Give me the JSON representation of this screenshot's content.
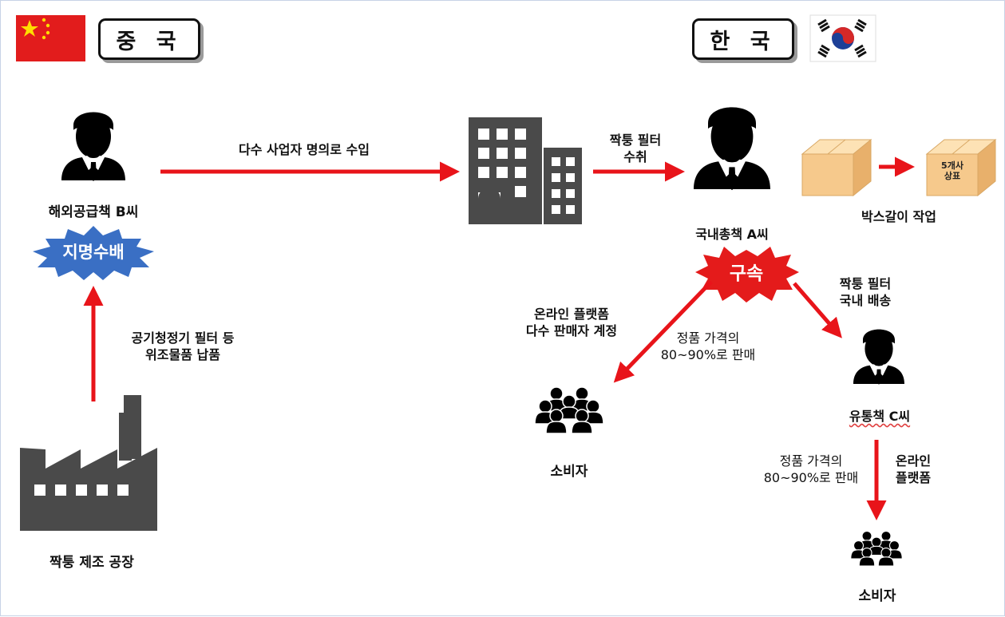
{
  "countries": {
    "china": "중 국",
    "korea": "한 국"
  },
  "colors": {
    "arrow": "#e8141a",
    "burst_blue": "#3a6fc4",
    "burst_red": "#e41b1b",
    "building": "#4a4a4a",
    "box": "#f5c98a"
  },
  "nodes": {
    "supplier_b": "해외공급책 B씨",
    "wanted_badge": "지명수배",
    "factory": "짝퉁 제조 공장",
    "domestic_a": "국내총책 A씨",
    "arrest_badge": "구속",
    "distributor_c": "유통책 C씨",
    "consumers_1": "소비자",
    "consumers_2": "소비자",
    "repackaging": "박스갈이 작업",
    "box_stamp": [
      "5개사",
      "상표"
    ]
  },
  "edges": {
    "import": "다수 사업자 명의로 수입",
    "receive": [
      "짝퉁 필터",
      "수취"
    ],
    "deliver_fake": [
      "공기청정기 필터 등",
      "위조물품 납품"
    ],
    "online_accounts": [
      "온라인 플랫폼",
      "다수 판매자 계정"
    ],
    "price_a": [
      "정품 가격의",
      "80~90%로 판매"
    ],
    "domestic_delivery": [
      "짝퉁 필터",
      "국내 배송"
    ],
    "price_c": [
      "정품 가격의",
      "80~90%로 판매"
    ],
    "online_platform_c": [
      "온라인",
      "플랫폼"
    ]
  },
  "icons": [
    "china-flag-icon",
    "korea-flag-icon",
    "businessman-icon",
    "office-building-icon",
    "factory-icon",
    "crowd-icon",
    "cardboard-box-icon",
    "burst-icon"
  ]
}
